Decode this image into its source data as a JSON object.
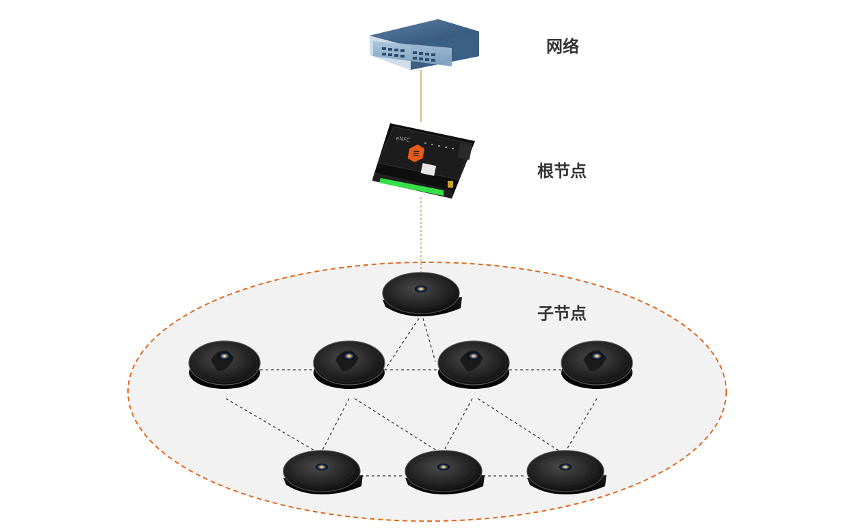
{
  "labels": {
    "network": "网络",
    "root_node": "根节点",
    "child_nodes": "子节点"
  },
  "device_text": {
    "gateway_brand": "eNFC"
  },
  "icons": {
    "network": "network-switch-icon",
    "root": "gateway-icon",
    "child": "sensor-node-icon"
  },
  "colors": {
    "ellipse_border": "#e0661a",
    "ellipse_fill": "#f2f2f2",
    "uplink_line": "#c8a060",
    "mesh_line": "#333333",
    "label": "#333333",
    "gateway_logo": "#e85a1a",
    "gateway_led": "#35e04a",
    "switch_body": "#8fb0cc"
  }
}
